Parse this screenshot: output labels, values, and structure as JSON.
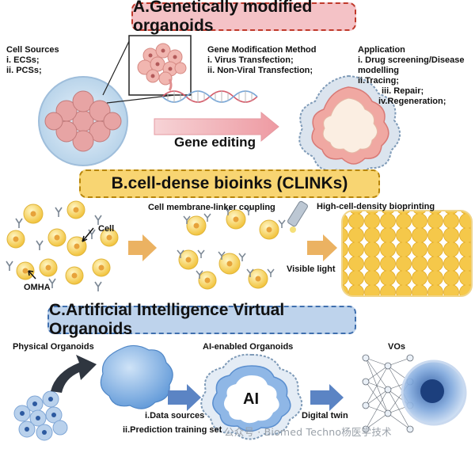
{
  "section_a": {
    "title": "A.Genetically modified organoids",
    "cell_sources": {
      "heading": "Cell Sources",
      "items": [
        "i. ECSs;",
        "ii. PCSs;"
      ]
    },
    "gene_modification": {
      "heading": "Gene Modification Method",
      "items": [
        "i. Virus Transfection;",
        "ii. Non-Viral Transfection;"
      ]
    },
    "application": {
      "heading": "Application",
      "items": [
        "i. Drug screening/Disease",
        "modelling",
        "ii.Tracing;",
        "iii. Repair;",
        "iv.Regeneration;"
      ]
    },
    "arrow_label": "Gene editing"
  },
  "section_b": {
    "title": "B.cell-dense bioinks (CLINKs)",
    "coupling_label": "Cell membrane-linker coupling",
    "printing_label": "High-cell-density bioprinting",
    "cell_label": "Cell",
    "omha_label": "OMHA",
    "light_label": "Visible light"
  },
  "section_c": {
    "title": "C.Artificial Intelligence Virtual Organoids",
    "physical_label": "Physical Organoids",
    "ai_enabled_label": "AI-enabled Organoids",
    "ai_label": "AI",
    "vos_label": "VOs",
    "data_sources_label": "i.Data sources",
    "training_label": "ii.Prediction training set",
    "twin_label": "Digital twin"
  },
  "watermark": "公众号 · Biomed Techno杨医学技术",
  "colors": {
    "pink_banner": "#f4c2c6",
    "yellow_banner": "#f8d572",
    "blue_banner": "#bed3ec",
    "arrow_pink": "#f2a7ad",
    "arrow_orange": "#e8a546",
    "arrow_blue": "#5b84c4"
  }
}
